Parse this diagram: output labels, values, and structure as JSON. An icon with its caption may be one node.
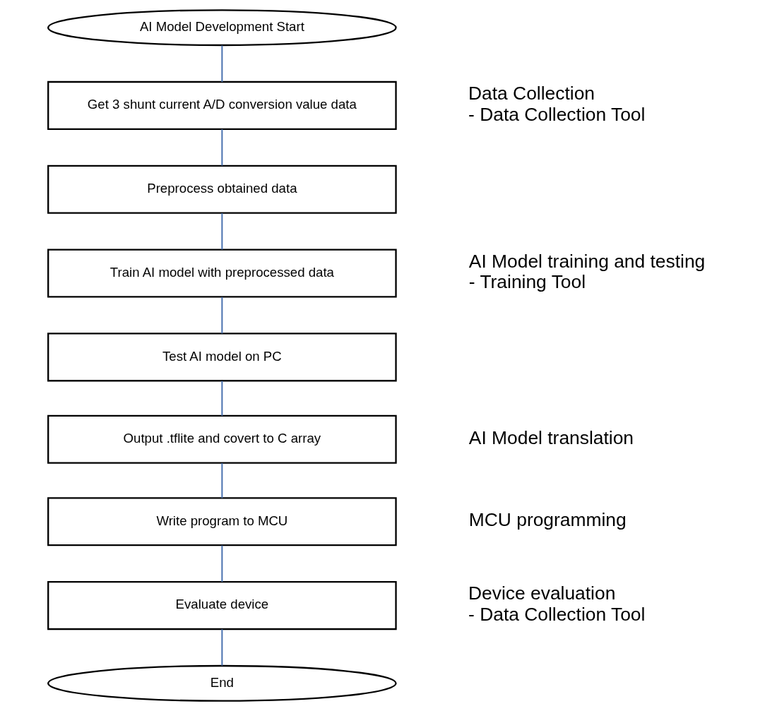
{
  "diagram": {
    "nodes": [
      {
        "text": [
          "AI Model Development Start"
        ]
      },
      {
        "text": [
          "Get 3 shunt current A/D conversion value data"
        ]
      },
      {
        "text": [
          "Preprocess obtained data"
        ]
      },
      {
        "text": [
          "Train AI model with preprocessed data"
        ]
      },
      {
        "text": [
          "Test AI model on PC"
        ]
      },
      {
        "text": [
          "Output .tflite and covert to C array"
        ]
      },
      {
        "text": [
          "Write program to MCU"
        ]
      },
      {
        "text": [
          "Evaluate device"
        ]
      },
      {
        "text": [
          "End"
        ]
      }
    ],
    "edges": [
      {
        "from": 0,
        "to": 1,
        "arrow": "none"
      },
      {
        "from": 1,
        "to": 2,
        "arrow": "none"
      },
      {
        "from": 2,
        "to": 3,
        "arrow": "none"
      },
      {
        "from": 3,
        "to": 4,
        "arrow": "none"
      },
      {
        "from": 4,
        "to": 5,
        "arrow": "none"
      },
      {
        "from": 5,
        "to": 6,
        "arrow": "none"
      },
      {
        "from": 6,
        "to": 7,
        "arrow": "none"
      },
      {
        "from": 7,
        "to": 8,
        "arrow": "none"
      }
    ],
    "labels": [
      "Data Collection",
      "- Data Collection Tool",
      "AI Model training and testing",
      "- Training Tool",
      "AI Model translation",
      "MCU programming",
      "Device evaluation",
      "- Data Collection Tool"
    ]
  }
}
